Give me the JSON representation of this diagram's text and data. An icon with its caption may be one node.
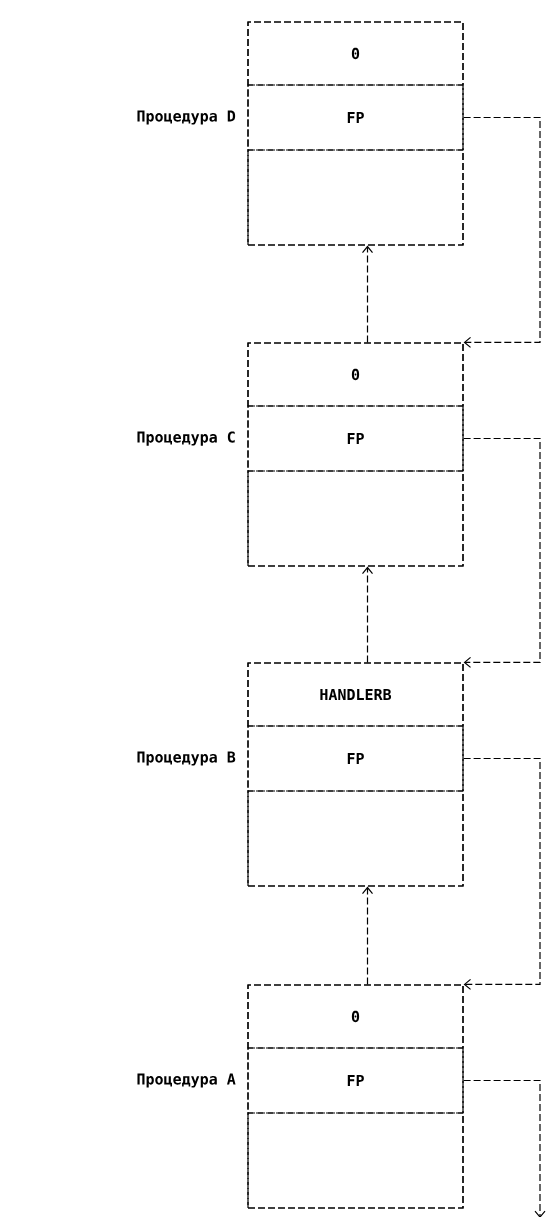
{
  "diagram": {
    "nodes": [
      {
        "text": [
          "Процедура D"
        ]
      },
      {
        "text": [
          "0"
        ],
        "in": 0
      },
      {
        "text": [
          "FP"
        ],
        "in": 0
      },
      {
        "text": [],
        "shape": "box",
        "in": 0
      },
      {
        "text": [
          "Процедура C"
        ]
      },
      {
        "text": [
          "0"
        ],
        "in": 4
      },
      {
        "text": [
          "FP"
        ],
        "in": 4
      },
      {
        "text": [],
        "shape": "box",
        "in": 4
      },
      {
        "text": [
          "Процедура B"
        ]
      },
      {
        "text": [
          "HANDLERB"
        ],
        "in": 8
      },
      {
        "text": [
          "FP"
        ],
        "in": 8
      },
      {
        "text": [],
        "shape": "box",
        "in": 8
      },
      {
        "text": [
          "Процедура A"
        ]
      },
      {
        "text": [
          "0"
        ],
        "in": 12
      },
      {
        "text": [
          "FP"
        ],
        "in": 12
      },
      {
        "text": [],
        "shape": "box",
        "in": 12
      }
    ],
    "edges": [
      {
        "from": 4,
        "to": 0,
        "arrow": "to"
      },
      {
        "from": 2,
        "to": 4,
        "arrow": "to"
      },
      {
        "from": 8,
        "to": 4,
        "arrow": "to"
      },
      {
        "from": 6,
        "to": 8,
        "arrow": "to"
      },
      {
        "from": 12,
        "to": 8,
        "arrow": "to"
      },
      {
        "from": 10,
        "to": 12,
        "arrow": "to"
      },
      {
        "from": 14,
        "to": null,
        "arrow": "to"
      }
    ]
  }
}
